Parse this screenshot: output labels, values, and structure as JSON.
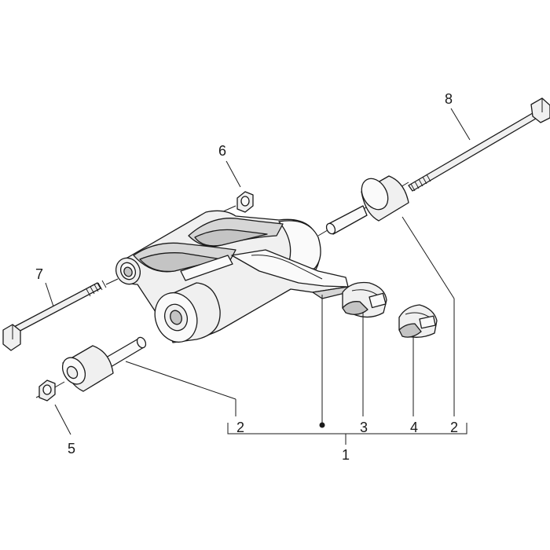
{
  "diagram": {
    "callouts": {
      "c1": "1",
      "c2_left": "2",
      "c2_right": "2",
      "c3": "3",
      "c4": "4",
      "c5": "5",
      "c6": "6",
      "c7": "7",
      "c8": "8"
    },
    "colors": {
      "line": "#1a1a1a",
      "part_fill": "#f0f0f0",
      "part_shadow": "#c4c4c4",
      "background": "#ffffff"
    }
  }
}
